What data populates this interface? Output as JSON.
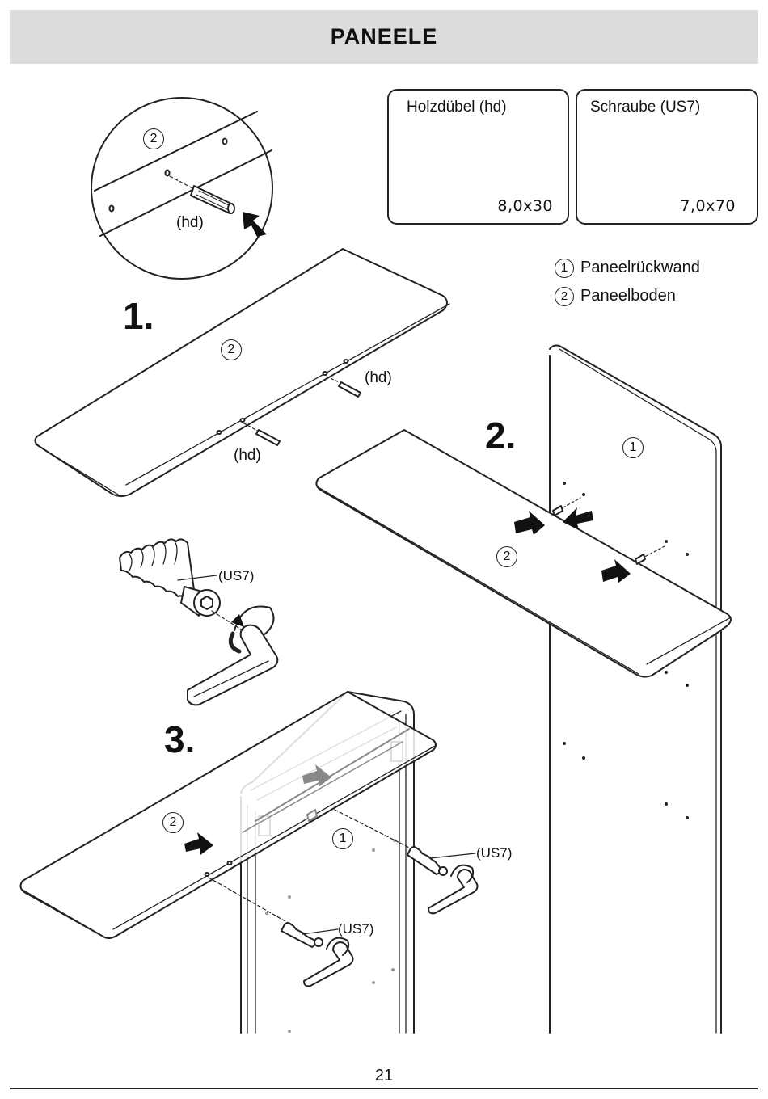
{
  "header": {
    "title": "PANEELE"
  },
  "parts": [
    {
      "name": "Holzdübel (hd)",
      "size": "8,0x30"
    },
    {
      "name": "Schraube (US7)",
      "size": "7,0x70"
    }
  ],
  "legend": [
    {
      "num": "1",
      "label": "Paneelrückwand"
    },
    {
      "num": "2",
      "label": "Paneelboden"
    }
  ],
  "steps": {
    "s1": "1.",
    "s2": "2.",
    "s3": "3."
  },
  "labels": {
    "hd": "(hd)",
    "us7": "(US7)",
    "one": "1",
    "two": "2"
  },
  "page": {
    "number": "21"
  },
  "colors": {
    "header_bg": "#dcdcdc",
    "line": "#222222"
  }
}
